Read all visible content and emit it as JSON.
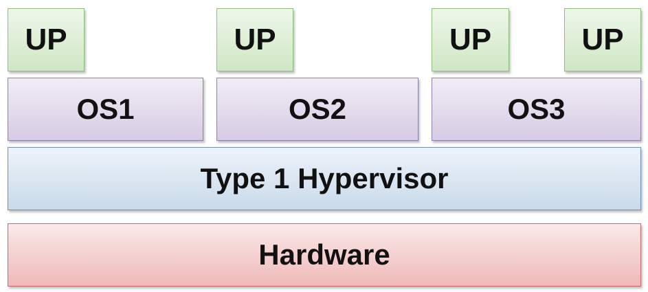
{
  "applications": [
    "UP",
    "UP",
    "UP",
    "UP"
  ],
  "operating_systems": [
    "OS1",
    "OS2",
    "OS3"
  ],
  "hypervisor": "Type 1 Hypervisor",
  "hardware": "Hardware"
}
